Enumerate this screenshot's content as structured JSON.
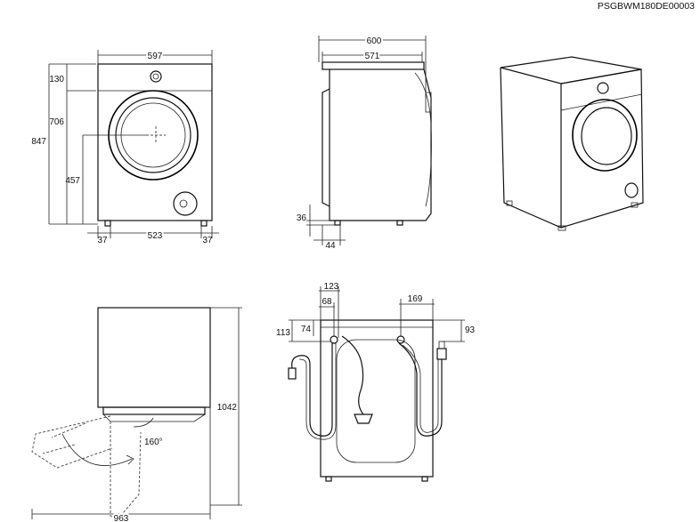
{
  "model_code": "PSGBWM180DE00003",
  "front_view": {
    "width": "597",
    "top_offset": "130",
    "door_height": "706",
    "total_height": "847",
    "door_center_height": "457",
    "foot_left": "37",
    "foot_span": "523",
    "foot_right": "37"
  },
  "side_view": {
    "total_depth": "600",
    "body_depth": "571",
    "foot_height": "36",
    "foot_offset": "44"
  },
  "door_view": {
    "height_open": "1042",
    "opening_angle": "160°",
    "total_width": "963"
  },
  "back_view": {
    "hose_left_offset": "123",
    "hose_inner_offset": "68",
    "top_offset_outer": "113",
    "top_offset_inner": "74",
    "inlet_offset": "169",
    "right_top": "93"
  }
}
